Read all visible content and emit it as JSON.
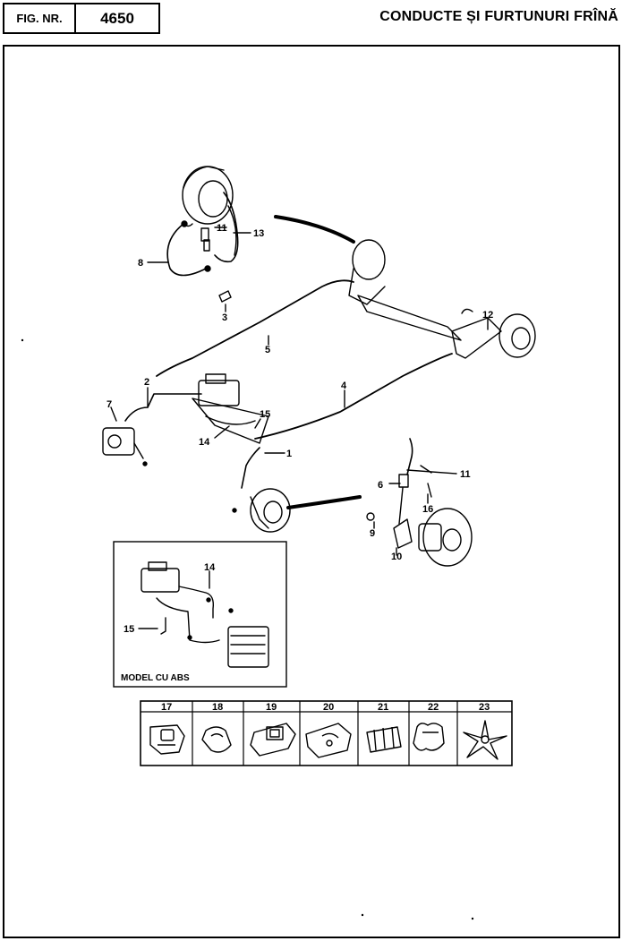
{
  "header": {
    "fig_label": "FIG. NR.",
    "fig_number": "4650",
    "title": "CONDUCTE ȘI FURTUNURI FRÎNĂ"
  },
  "main_callouts": [
    "1",
    "2",
    "3",
    "4",
    "5",
    "6",
    "7",
    "8",
    "9",
    "10",
    "11",
    "11",
    "12",
    "13",
    "14",
    "15",
    "16"
  ],
  "inset": {
    "caption": "MODEL CU ABS",
    "callouts": [
      "14",
      "15"
    ]
  },
  "clip_table": {
    "numbers": [
      "17",
      "18",
      "19",
      "20",
      "21",
      "22",
      "23"
    ]
  }
}
